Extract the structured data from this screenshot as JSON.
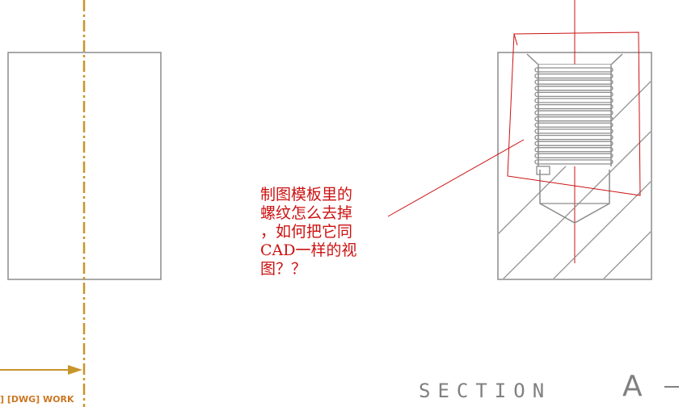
{
  "annotation": {
    "lines": [
      "制图模板里的",
      "螺纹怎么去掉",
      "，如何把它同",
      "CAD一样的视",
      "图？？"
    ],
    "color": "#cc1111"
  },
  "section_label": {
    "text": "SECTION",
    "letter": "A"
  },
  "work_plane_label": "] [DWG] WORK",
  "colors": {
    "geometry": "#8c8c8c",
    "markup": "#cc1111",
    "work_axis": "#c8952a",
    "background": "#ffffff"
  }
}
